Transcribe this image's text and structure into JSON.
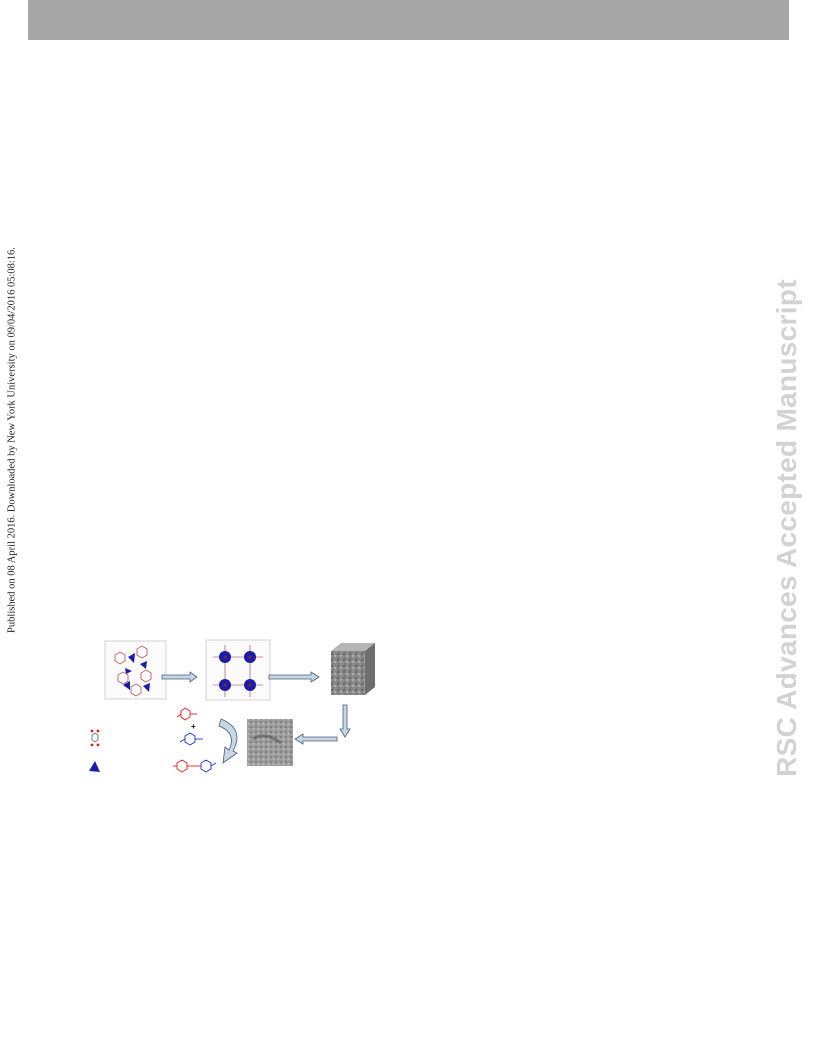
{
  "header": {
    "bar_color": "#a6a6a6"
  },
  "sidebar": {
    "published_line": "Published on 08 April 2016. Downloaded by New York University on 09/04/2016 05:08:16."
  },
  "watermark": {
    "text": "RSC Advances Accepted Manuscript",
    "color": "#d2d2d2"
  },
  "graphical_abstract": {
    "steps": [
      "ligand-and-metal-network",
      "mof-crystal-lattice",
      "cubic-crystal",
      "tem-particle",
      "coupling-reaction"
    ],
    "legend_icons": [
      "dicarboxylate-linker-icon",
      "metal-node-icon"
    ],
    "reaction_plus": "+",
    "colors": {
      "red_reactant": "#e0201c",
      "blue_reactant": "#1c2fd0",
      "node": "#1c1ca8",
      "arrow_fill": "#c8d6e6",
      "arrow_stroke": "#4a5e78"
    }
  }
}
